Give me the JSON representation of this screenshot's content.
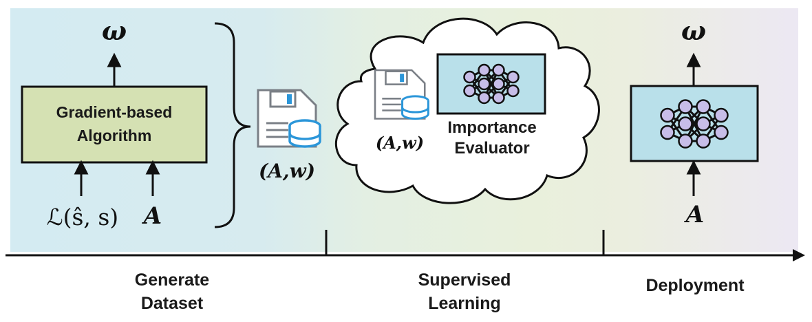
{
  "stages": [
    {
      "line1": "Generate",
      "line2": "Dataset"
    },
    {
      "line1": "Supervised",
      "line2": "Learning"
    },
    {
      "line1": "Deployment",
      "line2": ""
    }
  ],
  "generate": {
    "algo_line1": "Gradient-based",
    "algo_line2": "Algorithm",
    "output_symbol": "ω",
    "loss_input": "ℒ(ŝ, s)",
    "matrix_input": "A",
    "dataset_caption": "(A,w)"
  },
  "supervised": {
    "dataset_caption": "(A,w)",
    "evaluator_line1": "Importance",
    "evaluator_line2": "Evaluator"
  },
  "deployment": {
    "output_symbol": "ω",
    "input_symbol": "A"
  },
  "colors": {
    "bg_left": "#d4ebf2",
    "bg_mid": "#e6f0df",
    "bg_right": "#ece8f3",
    "algo_box": "#d5e1b3",
    "nn_box": "#b9e0ea",
    "neuron": "#c7bde8",
    "db_blue": "#2b96d9"
  },
  "icons": [
    "floppy-database-icon",
    "neural-network-icon",
    "cloud-shape",
    "curly-brace",
    "timeline-arrow"
  ]
}
